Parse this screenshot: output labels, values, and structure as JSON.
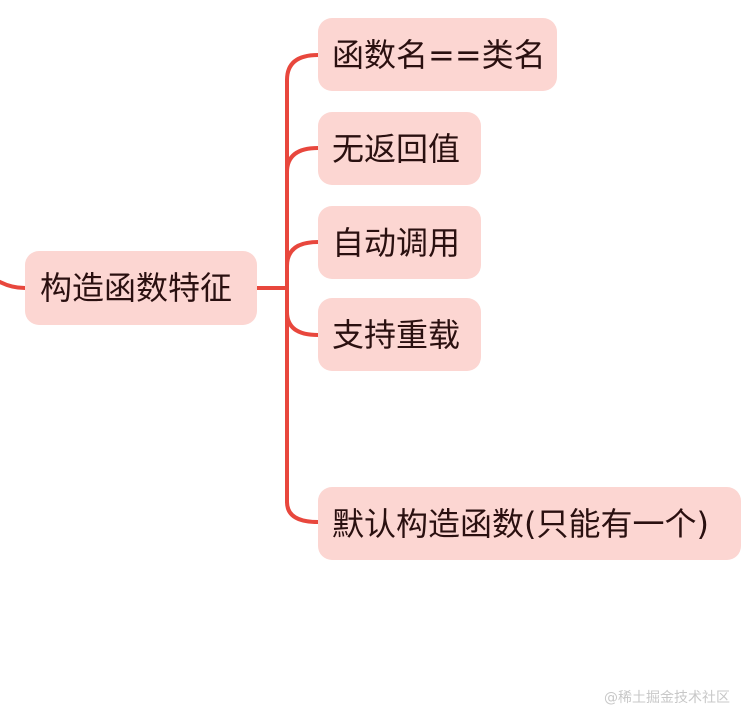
{
  "central": {
    "label": "构造函数特征"
  },
  "branches": [
    {
      "label": "函数名==类名"
    },
    {
      "label": "无返回值"
    },
    {
      "label": "自动调用"
    },
    {
      "label": "支持重载"
    },
    {
      "label": "默认构造函数(只能有一个)"
    }
  ],
  "watermark": "@稀土掘金技术社区",
  "colors": {
    "connector": "#e8473d",
    "node_fill": "#fcd6d2",
    "text": "#2a1010"
  }
}
